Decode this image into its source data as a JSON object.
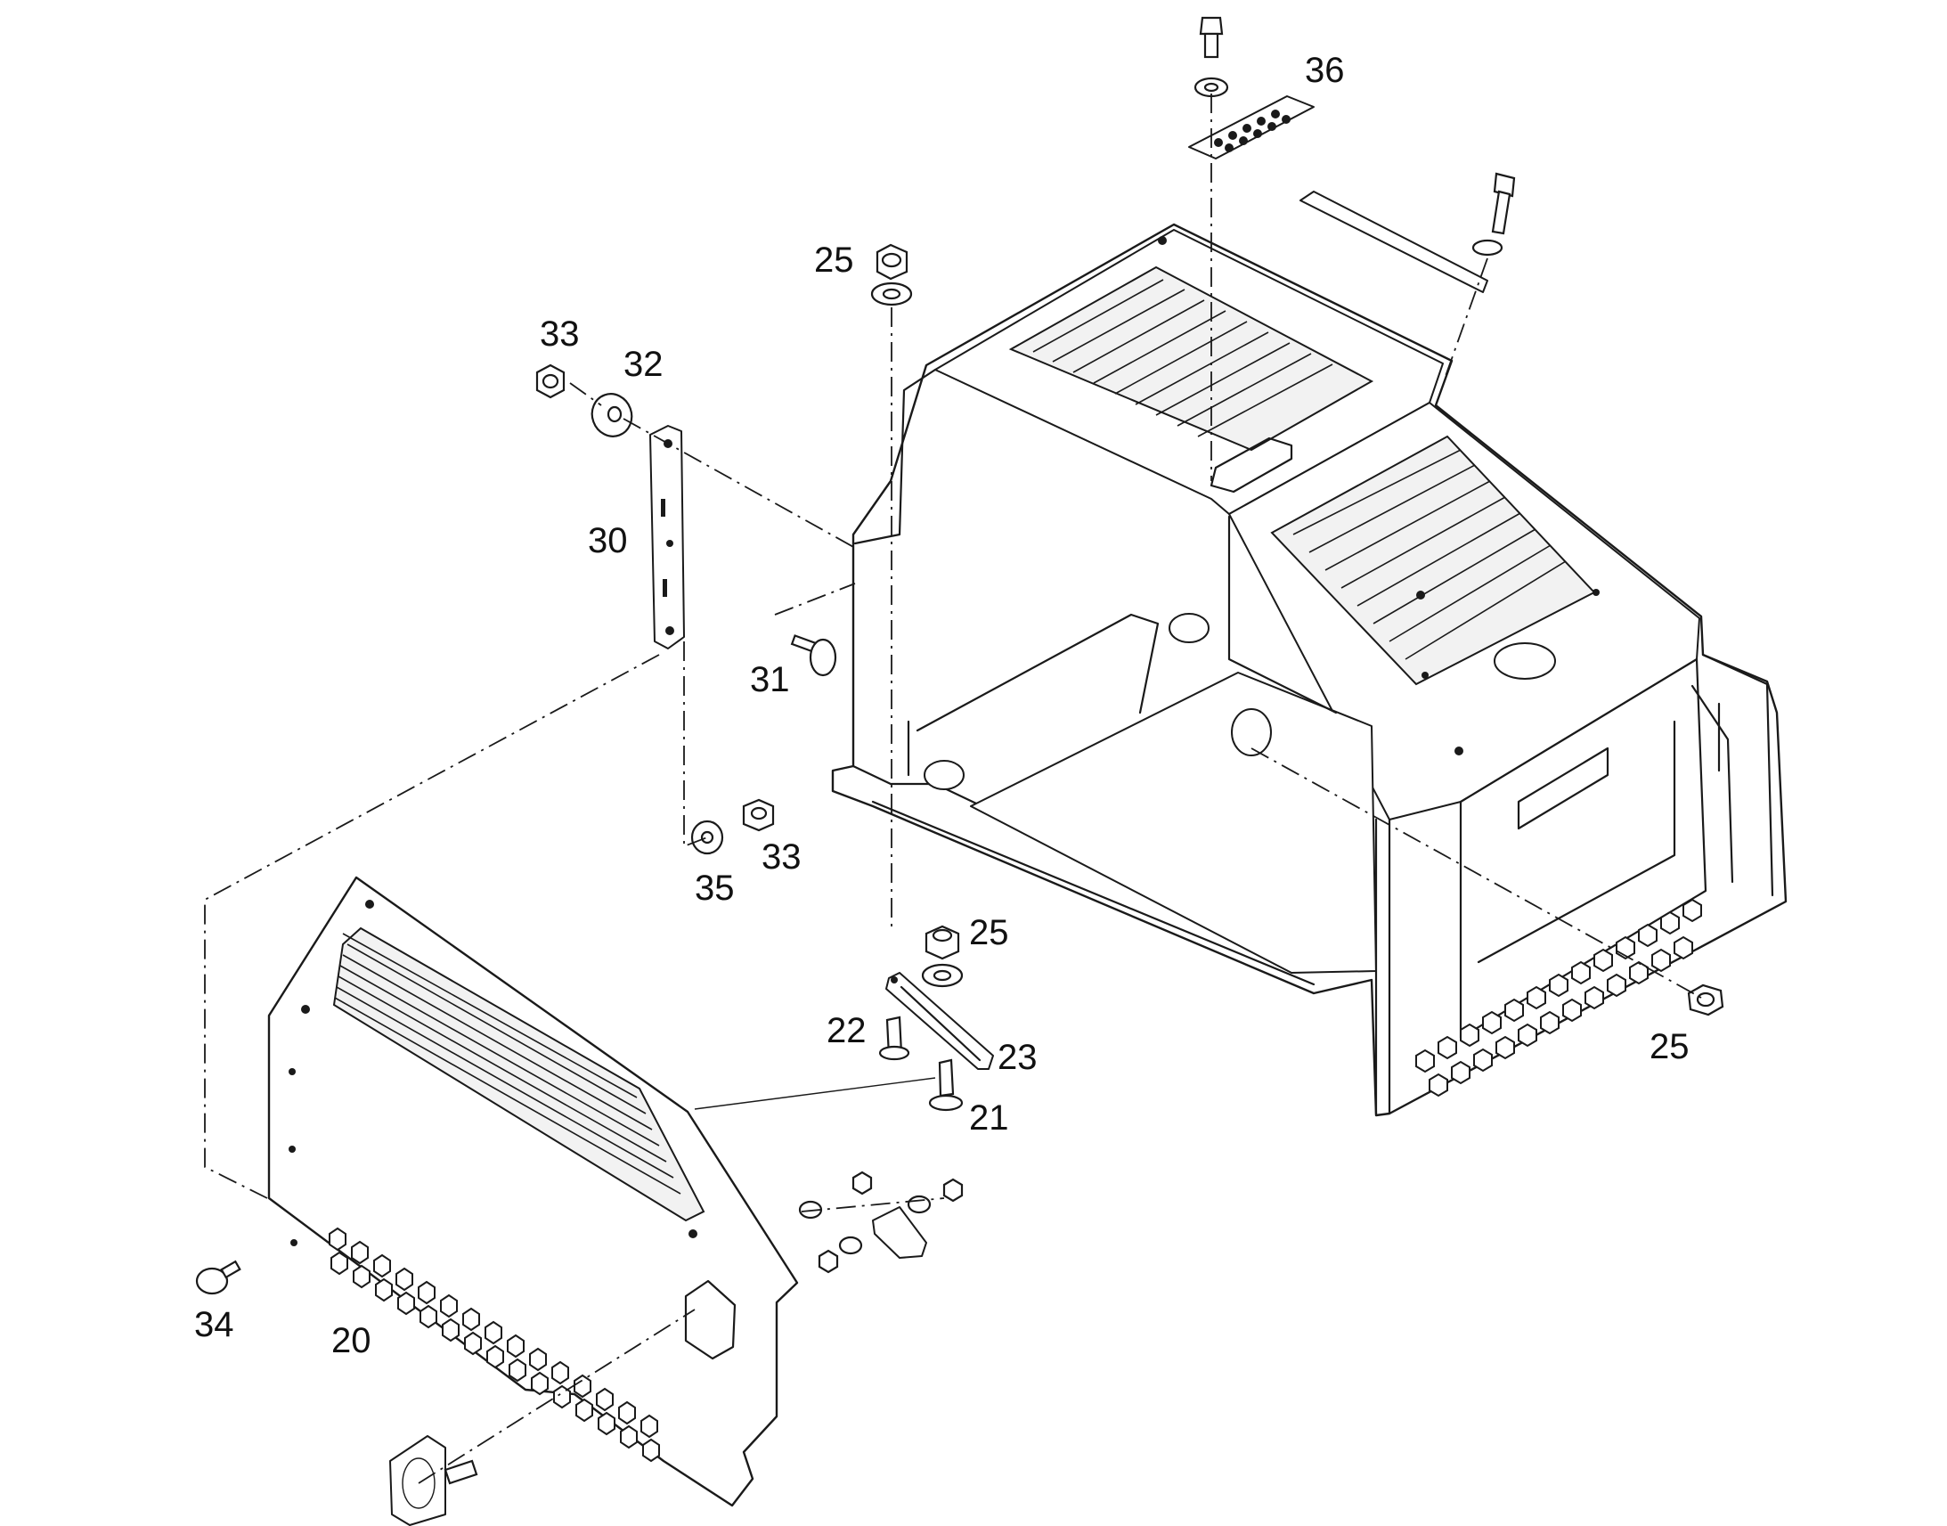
{
  "callouts": {
    "c20": "20",
    "c21": "21",
    "c22": "22",
    "c23": "23",
    "c25a": "25",
    "c25b": "25",
    "c25c": "25",
    "c30": "30",
    "c31": "31",
    "c32": "32",
    "c33a": "33",
    "c33b": "33",
    "c34": "34",
    "c35": "35",
    "c36": "36"
  }
}
